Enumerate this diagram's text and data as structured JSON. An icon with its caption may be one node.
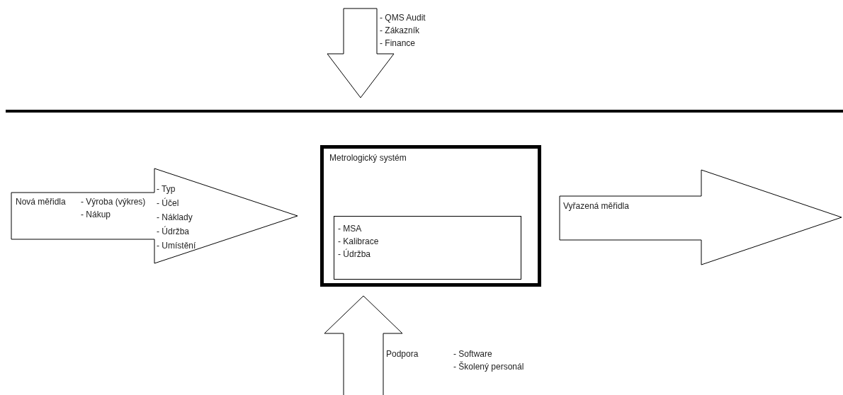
{
  "diagram": {
    "nodes": [
      {
        "text": [
          "Nová měřidla",
          "- Výroba (výkres)",
          "- Nákup",
          "- Typ",
          "- Účel",
          "- Náklady",
          "- Údržba",
          "- Umístění"
        ]
      },
      {
        "text": [
          "Metrologický systém"
        ]
      },
      {
        "text": [
          "- MSA",
          "- Kalibrace",
          "- Údržba"
        ],
        "in": 1
      },
      {
        "text": [
          "Vyřazená měřidla"
        ]
      },
      {
        "text": [],
        "shape": "arrow",
        "beside": [
          "- QMS Audit",
          "- Zákazník",
          "- Finance"
        ]
      },
      {
        "text": [],
        "shape": "arrow",
        "beside": [
          "Podpora",
          "- Software",
          "- Školený personál"
        ]
      }
    ]
  }
}
